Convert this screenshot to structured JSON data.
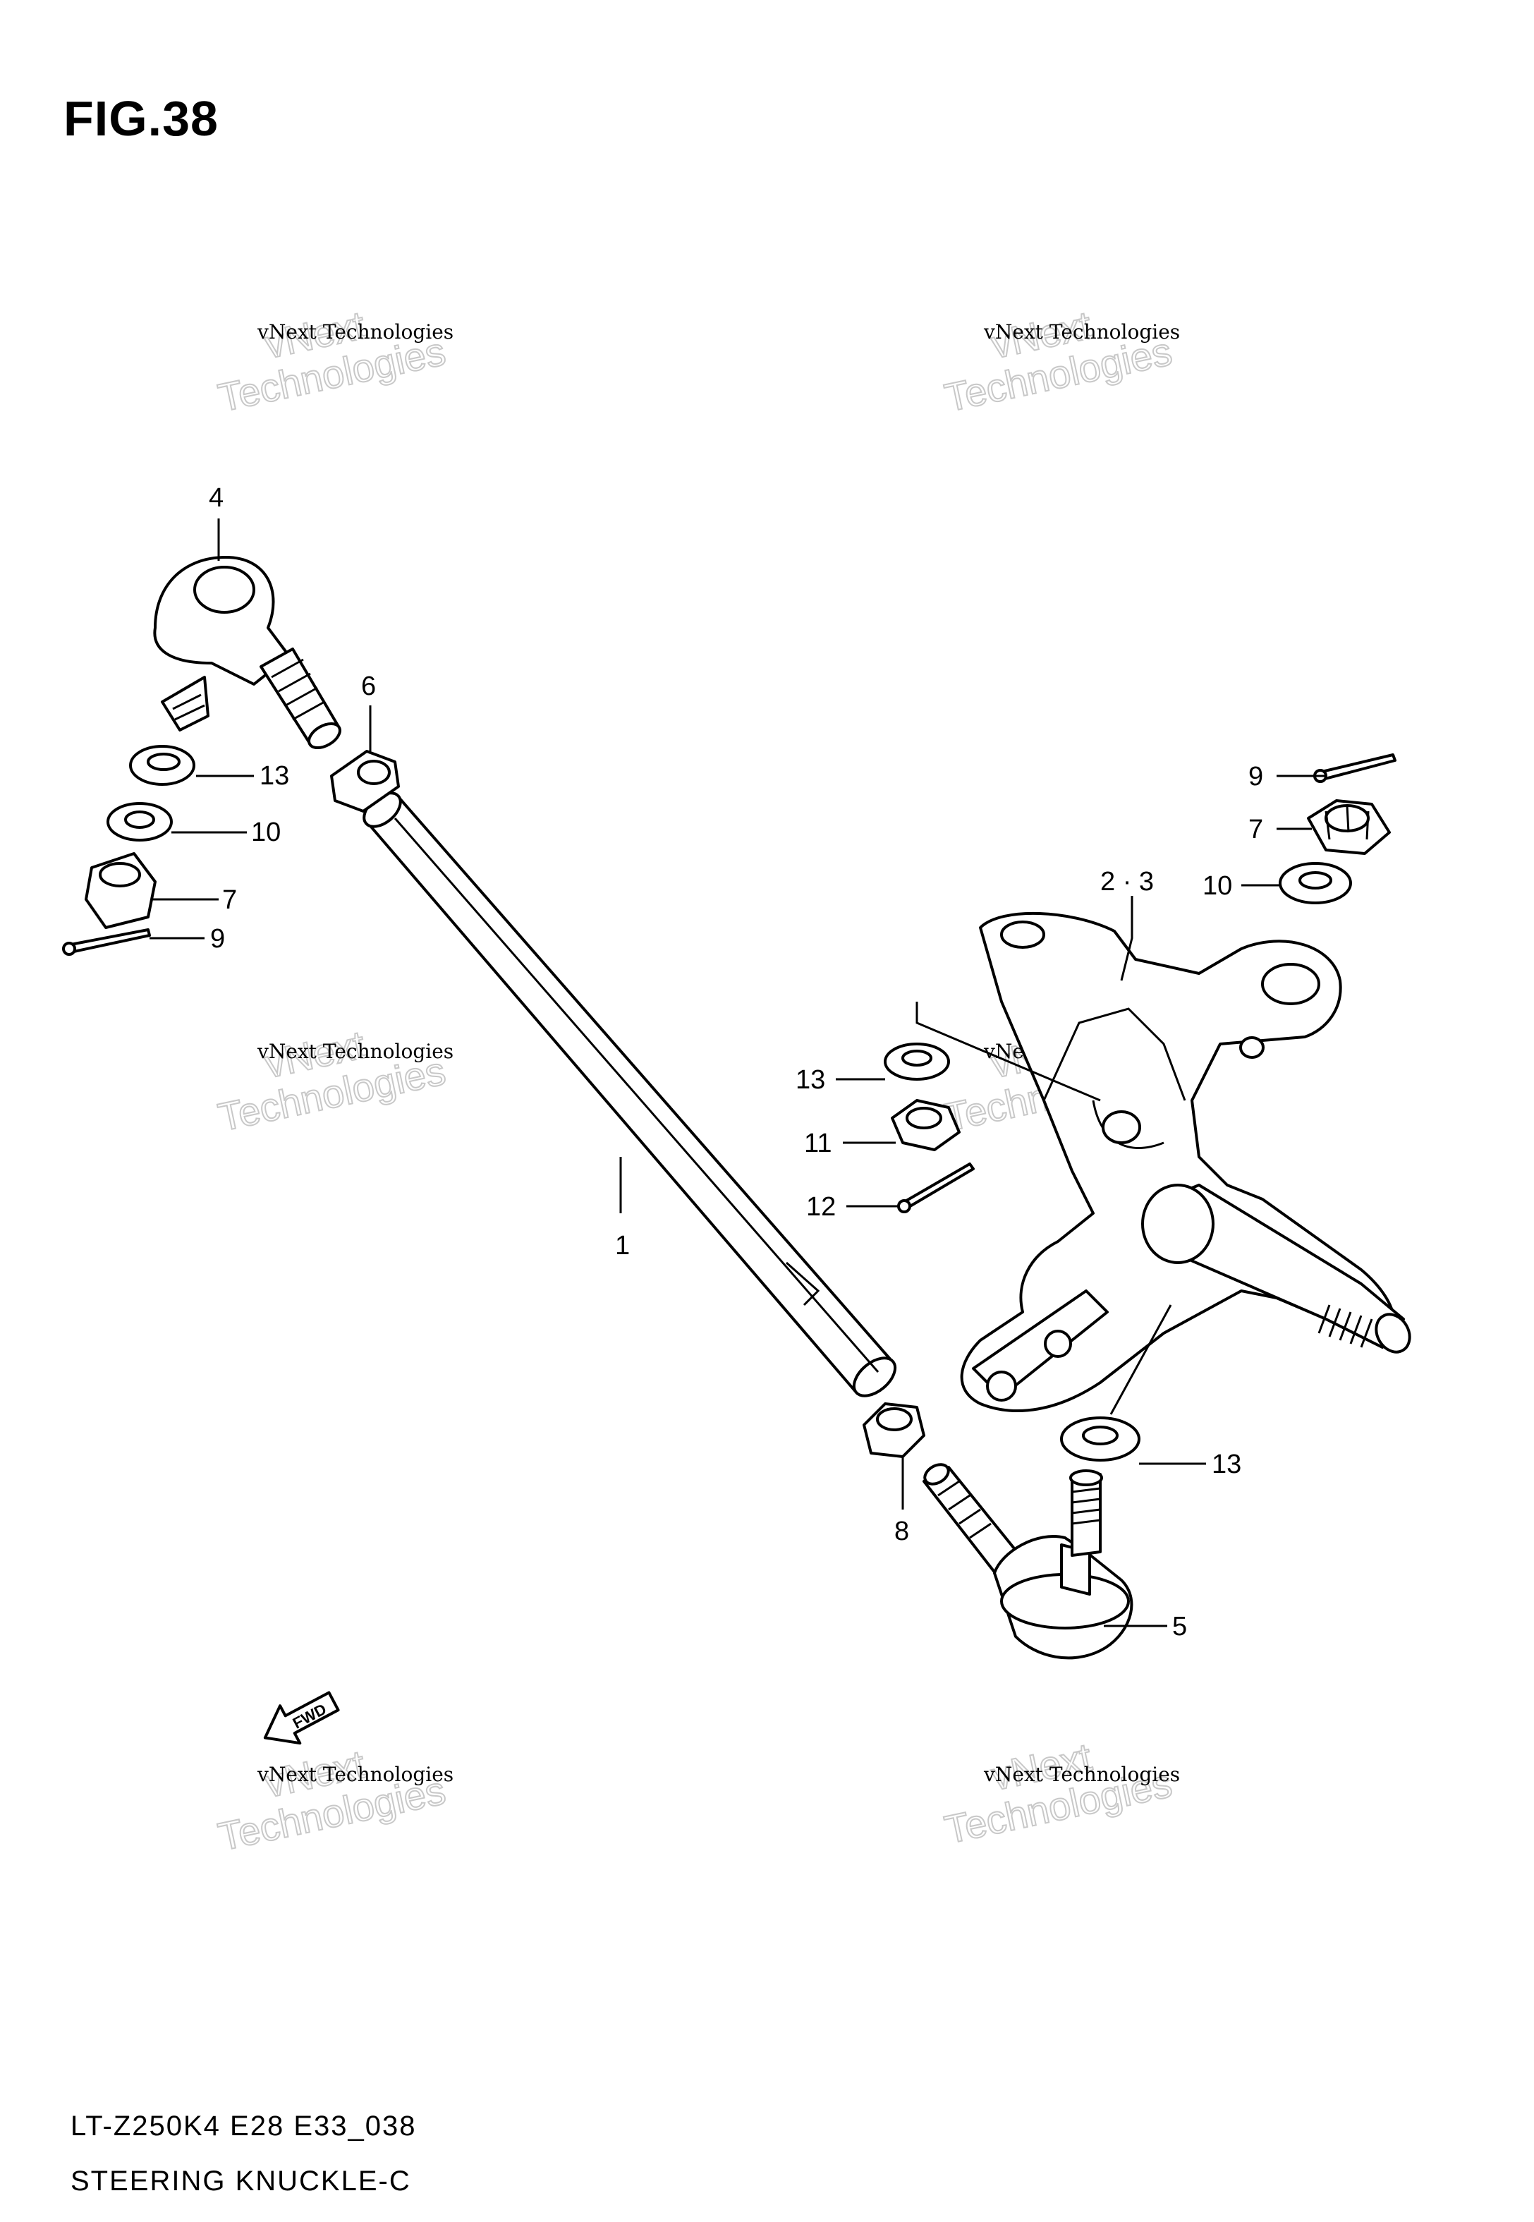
{
  "figure": {
    "title": "FIG.38",
    "model_code": "LT-Z250K4 E28 E33_038",
    "name": "STEERING KNUCKLE-C"
  },
  "callouts": {
    "tie_rod": "1",
    "knuckle": "2 · 3",
    "tie_rod_end_top": "4",
    "tie_rod_end_bottom": "5",
    "lock_nut_top": "6",
    "nut_left": "7",
    "nut_right": "7",
    "lock_nut_bottom": "8",
    "cotter_pin_left": "9",
    "cotter_pin_right": "9",
    "washer_left": "10",
    "washer_right": "10",
    "nut_mid": "11",
    "cotter_pin_mid": "12",
    "seal_left": "13",
    "seal_mid": "13",
    "seal_right": "13"
  },
  "fwd_label": "FWD",
  "watermark": {
    "line1": "vNext Technologies",
    "big_line1": "vNext",
    "big_line2": "Technologies"
  }
}
